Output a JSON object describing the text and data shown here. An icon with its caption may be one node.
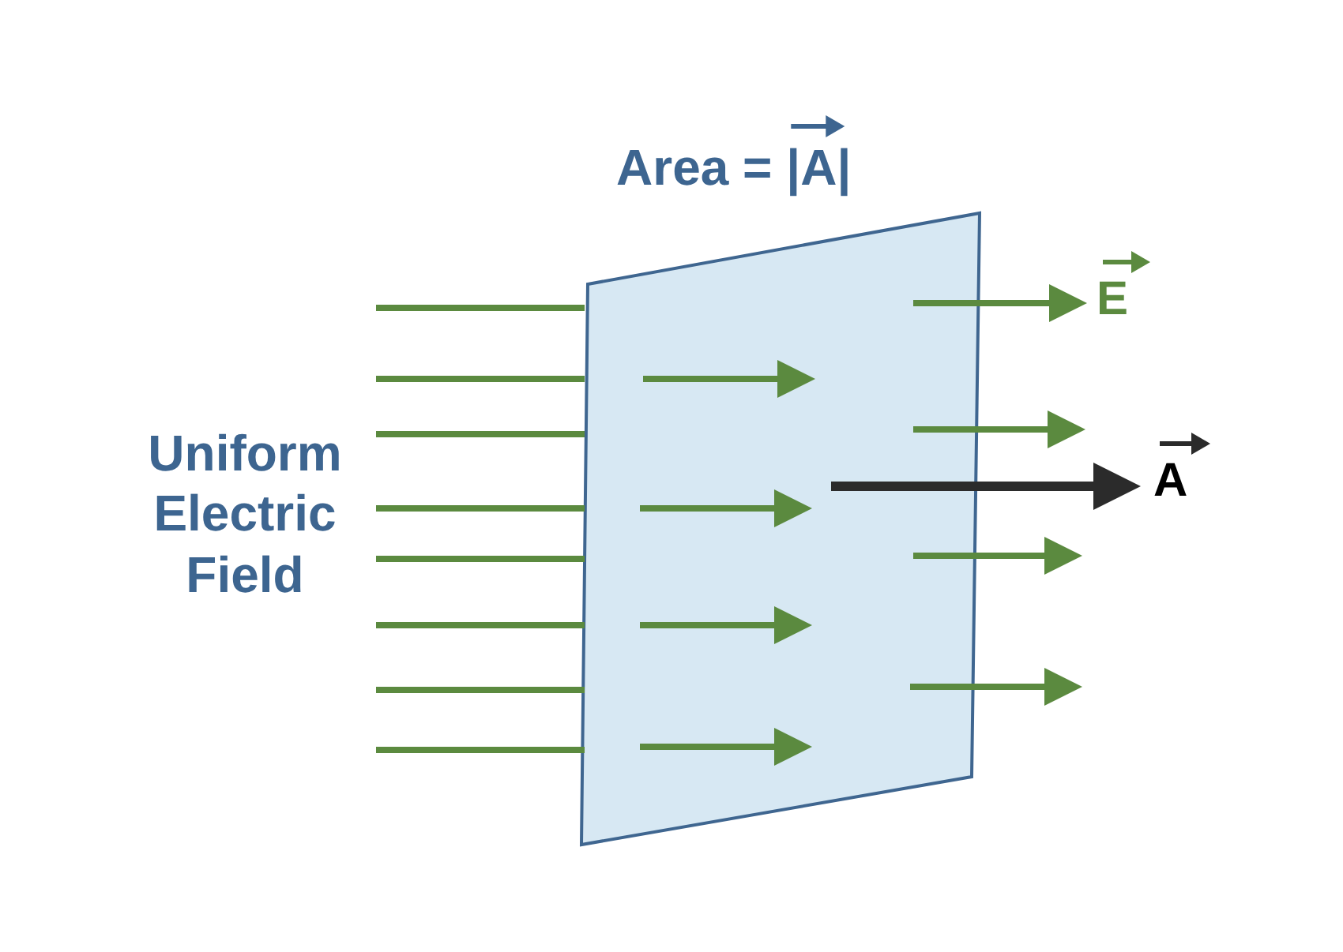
{
  "diagram": {
    "labels": [
      "Area = |A|",
      "E",
      "Uniform Electric Field",
      "A"
    ]
  }
}
